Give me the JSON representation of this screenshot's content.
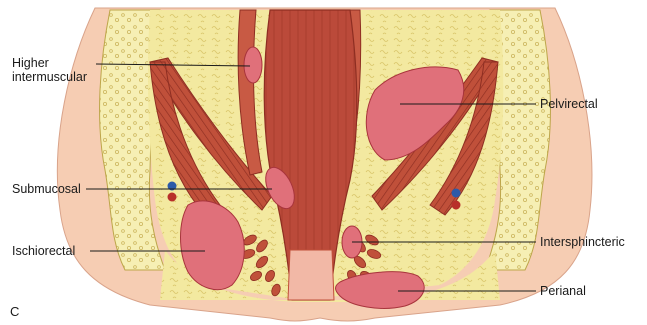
{
  "labels": {
    "higher_intermuscular": [
      "Higher",
      "intermuscular"
    ],
    "submucosal": "Submucosal",
    "ischiorectal": "Ischiorectal",
    "pelvirectal": "Pelvirectal",
    "intersphincteric": "Intersphincteric",
    "perianal": "Perianal",
    "panel_letter": "C"
  },
  "colors": {
    "background": "#ffffff",
    "skin_tissue": "#f6cdb3",
    "fat": "#f3e9a0",
    "bone": "#f4eca6",
    "muscle": "#c0503a",
    "muscle_dark": "#8e2e22",
    "rectum": "#bb4a3a",
    "abscess": "#e0707a",
    "abscess_edge": "#a8343c",
    "vessel_blue": "#2c5aa8",
    "vessel_red": "#b8302a",
    "leader_line": "#1a1a1a"
  }
}
